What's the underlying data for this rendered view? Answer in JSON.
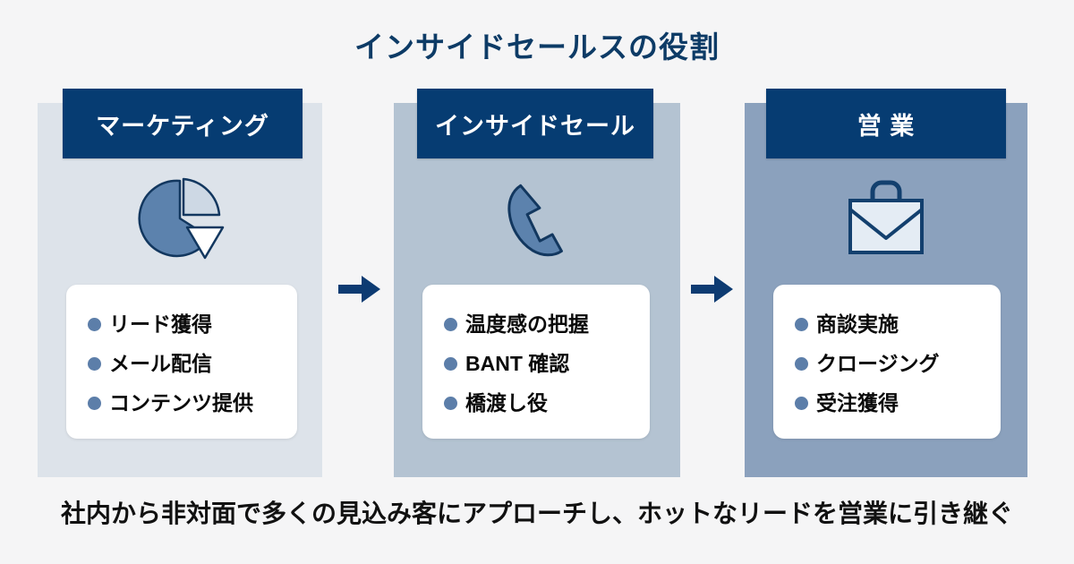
{
  "title": "インサイドセールスの役割",
  "caption": "社内から非対面で多くの見込み客にアプローチし、ホットなリードを営業に引き継ぐ",
  "colors": {
    "background": "#f5f5f6",
    "navy": "#063c72",
    "title_navy": "#0d3b66",
    "panel1": "#dde3ea",
    "panel2": "#b4c3d2",
    "panel3": "#8ba1bd",
    "bullet_dot": "#5c7ea9",
    "icon_fill": "#5c82ad",
    "card": "#ffffff"
  },
  "columns": [
    {
      "header": "マーケティング",
      "icon": "pie-chart-icon",
      "items": [
        "リード獲得",
        "メール配信",
        "コンテンツ提供"
      ]
    },
    {
      "header": "インサイドセール",
      "icon": "phone-handset-icon",
      "items": [
        "温度感の把握",
        "BANT 確認",
        "橋渡し役"
      ]
    },
    {
      "header": "営 業",
      "icon": "briefcase-envelope-icon",
      "items": [
        "商談実施",
        "クロージング",
        "受注獲得"
      ]
    }
  ],
  "arrows": [
    {
      "name": "arrow-marketing-to-inside-sales"
    },
    {
      "name": "arrow-inside-sales-to-sales"
    }
  ]
}
